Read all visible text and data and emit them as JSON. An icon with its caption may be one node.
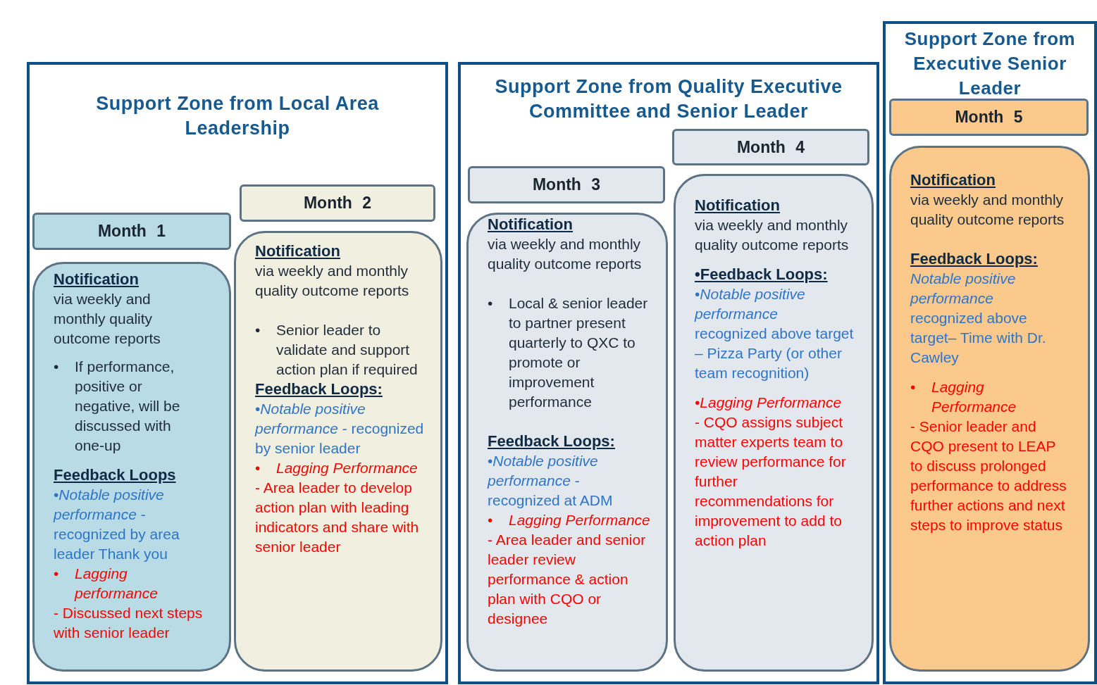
{
  "diagram": {
    "nodes": [
      {
        "text": [
          "Support Zone from Local Area Leadership"
        ]
      },
      {
        "text": [
          "Month 1"
        ],
        "in": 0
      },
      {
        "text": [
          "Notification",
          "via weekly and monthly quality outcome reports",
          "•",
          "If performance, positive or negative, will be discussed with one-up",
          "Feedback Loops",
          "•*Notable positive performance* - recognized by area leader Thank you",
          "•",
          "Lagging performance",
          "- Discussed next steps with senior leader"
        ],
        "in": 0
      },
      {
        "text": [
          "Month 2"
        ],
        "in": 0
      },
      {
        "text": [
          "Notification",
          "via weekly and monthly quality outcome reports",
          "•",
          "Senior leader to validate and support action plan if required",
          "Feedback Loops:",
          "•*Notable positive performance* - recognized by senior leader",
          "•",
          "Lagging Performance",
          "- Area leader to develop action plan with leading indicators and share with senior leader"
        ],
        "in": 0
      },
      {
        "text": [
          "Support Zone from Quality Executive Committee and Senior Leader"
        ]
      },
      {
        "text": [
          "Month 3"
        ],
        "in": 5
      },
      {
        "text": [
          "Notification",
          "via weekly and monthly quality outcome reports",
          "•",
          "Local & senior leader to partner present quarterly to QXC to promote or improvement performance",
          "Feedback Loops:",
          "•*Notable positive performance* - recognized at ADM",
          "•",
          "Lagging Performance",
          "- Area leader and senior leader review performance & action plan with CQO or designee"
        ],
        "in": 5
      },
      {
        "text": [
          "Month 4"
        ],
        "in": 5
      },
      {
        "text": [
          "Notification",
          "via weekly and monthly quality outcome reports",
          "•Feedback Loops:",
          "•*Notable positive performance* recognized above target – Pizza Party (or other team recognition)",
          "•Lagging Performance",
          "- CQO assigns subject matter experts team to review performance for further recommendations for improvement to add to action plan"
        ],
        "in": 5
      },
      {
        "text": [
          "Support Zone from Executive Senior Leader"
        ]
      },
      {
        "text": [
          "Month 5"
        ],
        "in": 10
      },
      {
        "text": [
          "Notification",
          "via weekly and monthly quality outcome reports",
          "Feedback Loops:",
          "*Notable positive performance* recognized above target– Time with Dr. Cawley",
          "•",
          "Lagging Performance",
          "- Senior leader and CQO present to LEAP to discuss prolonged performance to address further actions and next steps to improve status"
        ],
        "in": 10
      }
    ]
  }
}
